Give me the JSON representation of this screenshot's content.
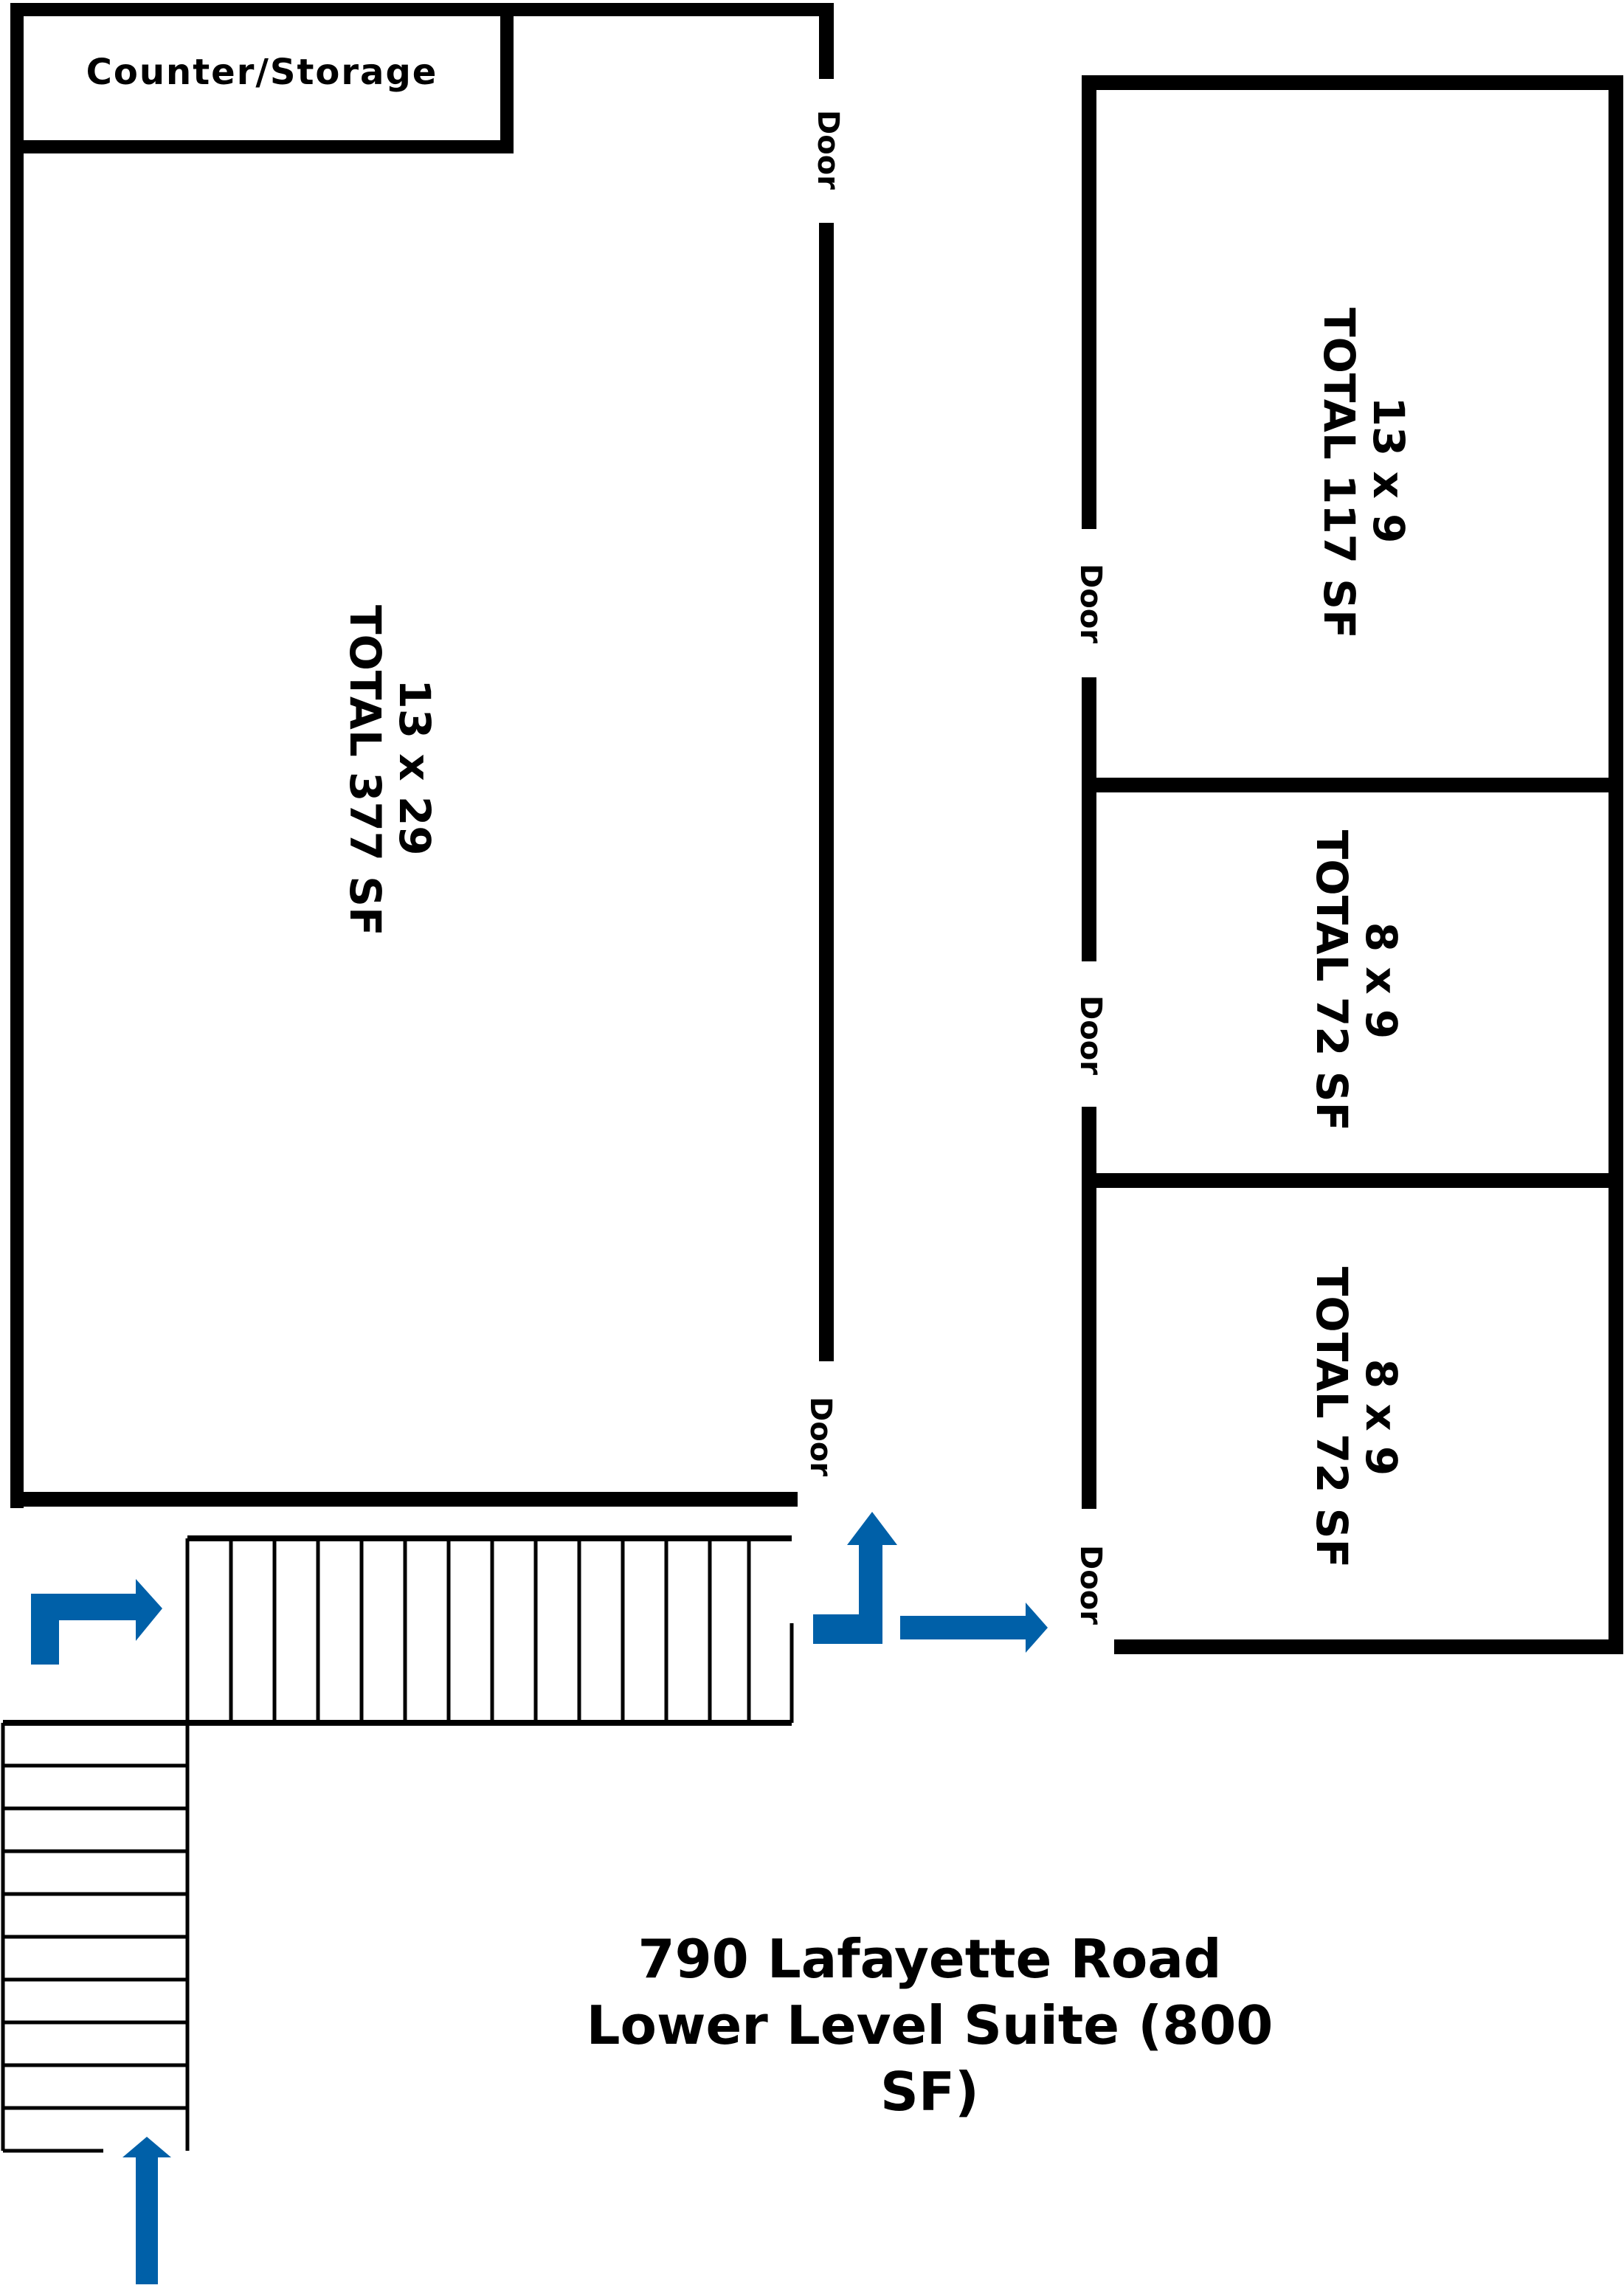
{
  "plan": {
    "title_line1": "790 Lafayette Road",
    "title_line2": "Lower Level Suite (800 SF)",
    "counter_label": "Counter/Storage",
    "door_label": "Door",
    "arrow_color": "#0060a8",
    "rooms": [
      {
        "id": "main",
        "dims": "13 x 29",
        "total": "TOTAL 377 SF"
      },
      {
        "id": "office-1",
        "dims": "13 x 9",
        "total": "TOTAL 117 SF"
      },
      {
        "id": "office-2",
        "dims": "8 x 9",
        "total": "TOTAL 72 SF"
      },
      {
        "id": "office-3",
        "dims": "8 x 9",
        "total": "TOTAL 72 SF"
      }
    ],
    "doors": [
      {
        "id": "main-top-door",
        "label": "Door"
      },
      {
        "id": "main-bottom-door",
        "label": "Door"
      },
      {
        "id": "office-1-door",
        "label": "Door"
      },
      {
        "id": "office-2-door",
        "label": "Door"
      },
      {
        "id": "office-3-door",
        "label": "Door"
      }
    ]
  }
}
